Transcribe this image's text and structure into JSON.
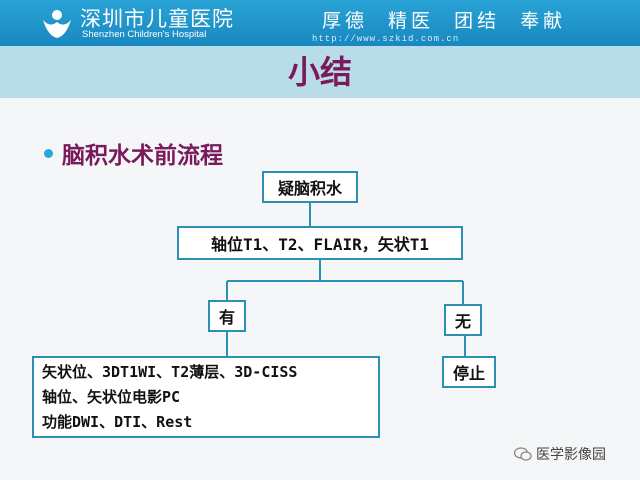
{
  "header": {
    "hospital_name_cn": "深圳市儿童医院",
    "hospital_name_en": "Shenzhen Children's Hospital",
    "slogan": "厚德 精医 团结 奉献",
    "url": "http://www.szkid.com.cn"
  },
  "slide": {
    "title": "小结",
    "heading": "脑积水术前流程"
  },
  "flow": {
    "start": "疑脑积水",
    "scan": "轴位T1、T2、FLAIR，矢状T1",
    "yes": "有",
    "no": "无",
    "yes_lines": [
      "矢状位、3DT1WI、T2薄层、3D-CISS",
      "轴位、矢状位电影PC",
      "功能DWI、DTI、Rest"
    ],
    "stop": "停止"
  },
  "watermark": "医学影像园",
  "colors": {
    "header_blue": "#1f96cc",
    "title_band": "#b9dde8",
    "title_text": "#7a1a5a",
    "box_border": "#2e8fb5"
  }
}
